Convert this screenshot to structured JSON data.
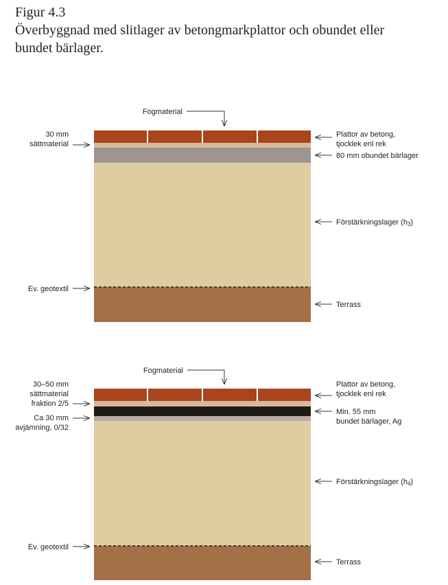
{
  "figure": {
    "number": "Figur 4.3",
    "title_line1": "Överbyggnad med slitlager av betongmarkplattor och obundet eller",
    "title_line2": "bundet bärlager."
  },
  "colors": {
    "tile": "#A9441C",
    "setting_sand": "#D9B99B",
    "unbound_base": "#9E9590",
    "bound_base": "#1E1A18",
    "levelling": "#B7AEA8",
    "reinforcement": "#DFCCA0",
    "subgrade": "#A56F47",
    "arrow": "#333333"
  },
  "diagram1": {
    "joint_label": "Fogmaterial",
    "left_labels": {
      "setting_line1": "30 mm",
      "setting_line2": "sättmaterial",
      "geotextile": "Ev. geotextil"
    },
    "right_labels": {
      "tiles_line1": "Plattor av betong,",
      "tiles_line2": "tjocklek enl rek",
      "base": "80 mm obundet bärlager",
      "reinforcement": "Förstärkningslager (h",
      "reinforcement_sub": "3",
      "reinforcement_close": ")",
      "subgrade": "Terrass"
    }
  },
  "diagram2": {
    "joint_label": "Fogmaterial",
    "left_labels": {
      "setting_line1": "30–50 mm",
      "setting_line2": "sättmaterial",
      "setting_line3": "fraktion 2/5",
      "levelling_line1": "Ca 30 mm",
      "levelling_line2": "avjämning, 0/32",
      "geotextile": "Ev. geotextil"
    },
    "right_labels": {
      "tiles_line1": "Plattor av betong,",
      "tiles_line2": "tjocklek enl rek",
      "base_line1": "Min. 55 mm",
      "base_line2": "bundet bärlager, Ag",
      "reinforcement": "Förstärkningslager (h",
      "reinforcement_sub": "4",
      "reinforcement_close": ")",
      "subgrade": "Terrass"
    }
  }
}
